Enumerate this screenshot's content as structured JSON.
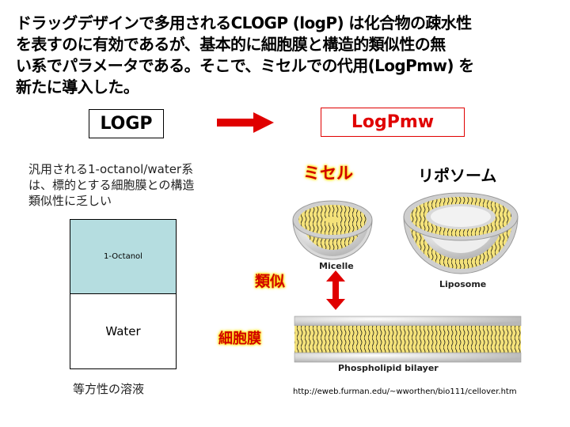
{
  "heading": {
    "lines": [
      "ドラッグデザインで多用されるCLOGP (logP) は化合物の疎水性",
      "を表すのに有効であるが、基本的に細胞膜と構造的類似性の無",
      "い系でパラメータである。そこで、ミセルでの代用(LogPmw) を",
      "新たに導入した。"
    ]
  },
  "boxes": {
    "logp": "LOGP",
    "logpmw": "LogPmw"
  },
  "left_note": {
    "lines": [
      "汎用される1-octanol/water系",
      "は、標的とする細胞膜との構造",
      "類似性に乏しい"
    ]
  },
  "phases": {
    "top": "1-Octanol",
    "bottom": "Water",
    "caption": "等方性の溶液"
  },
  "figure_labels": {
    "micelle_jp": "ミセル",
    "liposome_jp": "リポソーム",
    "similar_jp": "類似",
    "membrane_jp": "細胞膜",
    "micelle_en": "Micelle",
    "liposome_en": "Liposome",
    "bilayer_en": "Phospholipid bilayer"
  },
  "url": "http://eweb.furman.edu/~wworthen/bio111/cellover.htm",
  "colors": {
    "red": "#e00000",
    "octanol_fill": "#b5dde0",
    "highlight": "#ffe100",
    "lipid_tail": "#f4e27a"
  }
}
